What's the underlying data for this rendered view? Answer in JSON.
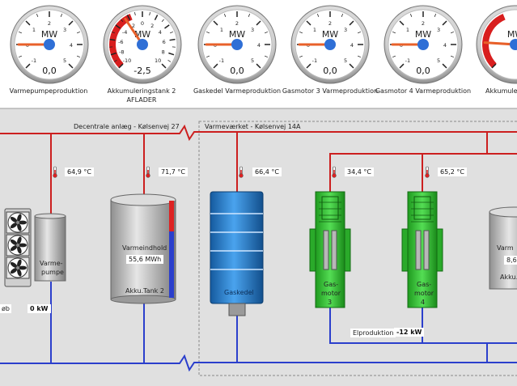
{
  "gauges": [
    {
      "id": "g1",
      "title": "Varmepumpeproduktion",
      "subtitle": "",
      "unit": "MW",
      "value": "0,0",
      "ticks": [
        "-1",
        "0",
        "1",
        "2",
        "3",
        "4",
        "5"
      ],
      "red": false
    },
    {
      "id": "g2",
      "title": "Akkumuleringstank 2",
      "subtitle": "AFLADER",
      "unit": "MW",
      "value": "-2,5",
      "ticks": [
        "-10",
        "-8",
        "-6",
        "-4",
        "-2",
        "0",
        "2",
        "4",
        "6",
        "8",
        "10"
      ],
      "red": true
    },
    {
      "id": "g3",
      "title": "Gaskedel Varmeproduktion",
      "subtitle": "",
      "unit": "MW",
      "value": "0,0",
      "ticks": [
        "-1",
        "0",
        "1",
        "2",
        "3",
        "4",
        "5"
      ],
      "red": false
    },
    {
      "id": "g4",
      "title": "Gasmotor 3 Varmeproduktion",
      "subtitle": "",
      "unit": "MW",
      "value": "0,0",
      "ticks": [
        "-1",
        "0",
        "1",
        "2",
        "3",
        "4",
        "5"
      ],
      "red": false
    },
    {
      "id": "g5",
      "title": "Gasmotor 4 Varmeproduktion",
      "subtitle": "",
      "unit": "MW",
      "value": "0,0",
      "ticks": [
        "-1",
        "0",
        "1",
        "2",
        "3",
        "4",
        "5"
      ],
      "red": false
    },
    {
      "id": "g6",
      "title": "Akkumuler",
      "subtitle": "",
      "unit": "MW",
      "value": "",
      "ticks": [],
      "red": true
    }
  ],
  "sections": {
    "left": "Decentrale anlæg - Kølsenvej 27",
    "right": "Varmeværket - Kølsenvej 14A"
  },
  "temps": {
    "t1": "64,9 °C",
    "t2": "71,7 °C",
    "t3": "66,4 °C",
    "t4": "34,4 °C",
    "t5": "65,2 °C"
  },
  "units": {
    "heatpump_label1": "Varme-",
    "heatpump_label2": "pumpe",
    "heatpump_partial": "øb",
    "heatpump_kw": "0 kW",
    "tank_label": "Varmeindhold",
    "tank_value": "55,6  MWh",
    "tank_name": "Akku.Tank 2",
    "boiler_label": "Gaskedel",
    "motor3_l1": "Gas-",
    "motor3_l2": "motor",
    "motor3_l3": "3",
    "motor4_l1": "Gas-",
    "motor4_l2": "motor",
    "motor4_l3": "4",
    "elprod_label": "Elproduktion",
    "elprod_value": "-12 kW",
    "tank3_l1": "Varm",
    "tank3_l2": "8,6",
    "tank3_l3": "Akku."
  },
  "colors": {
    "supply_red": "#cc1f1f",
    "return_blue": "#2b3fcc",
    "panel_grey": "#e0e0e0",
    "motor_green": "#2fbf2f",
    "boiler_blue": "#2a7fd0",
    "gauge_pointer": "#e8602a",
    "gauge_hub": "#2f6fd6"
  }
}
